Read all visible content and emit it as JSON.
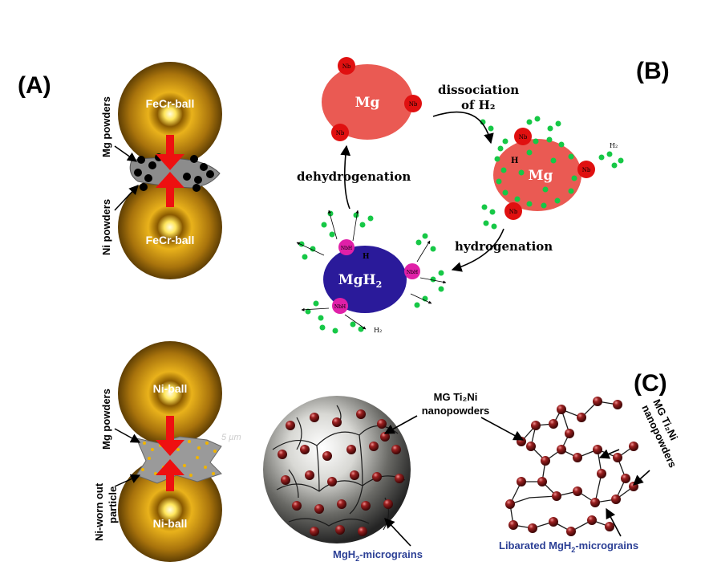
{
  "panels": {
    "a": "(A)",
    "b": "(B)",
    "c": "(C)"
  },
  "panel_a_top": {
    "ball_top": "FeCr-ball",
    "ball_bottom": "FeCr-ball",
    "label_upper": "Mg powders",
    "label_lower": "Ni powders"
  },
  "panel_a_bottom": {
    "ball_top": "Ni-ball",
    "ball_bottom": "Ni-ball",
    "label_upper": "Mg powders",
    "label_lower_1": "Ni-worn out",
    "label_lower_2": "particle",
    "scale": "5 µm"
  },
  "panel_b": {
    "mg_left": "Mg",
    "mg_right": "Mg",
    "mgh2_main": "MgH",
    "mgh2_sub": "2",
    "nb": "Nb",
    "nbh": "NbH",
    "h": "H",
    "h2_label": "H₂",
    "dissociation_1": "dissociation",
    "dissociation_2": "of  H₂",
    "dehydrogenation": "dehydrogenation",
    "hydrogenation": "hydrogenation"
  },
  "panel_c": {
    "nano_left_1": "MG Ti₂Ni",
    "nano_left_2": "nanopowders",
    "nano_right_1": "MG Ti₂Ni",
    "nano_right_2": "nanopowders",
    "micrograins_main": "MgH",
    "micrograins_sub": "2",
    "micrograins_tail": "-micrograins",
    "liberated_main": "Libarated MgH",
    "liberated_sub": "2",
    "liberated_tail": "-micrograins"
  },
  "colors": {
    "gold": "#e2a418",
    "mg_red": "#ea5a53",
    "mgh2_blue": "#2a1a9a",
    "nb_red": "#e01010",
    "nbh_magenta": "#e020a8",
    "h_green": "#16c846",
    "particle_maroon": "#7a1414",
    "label_blue": "#2b3f95"
  }
}
